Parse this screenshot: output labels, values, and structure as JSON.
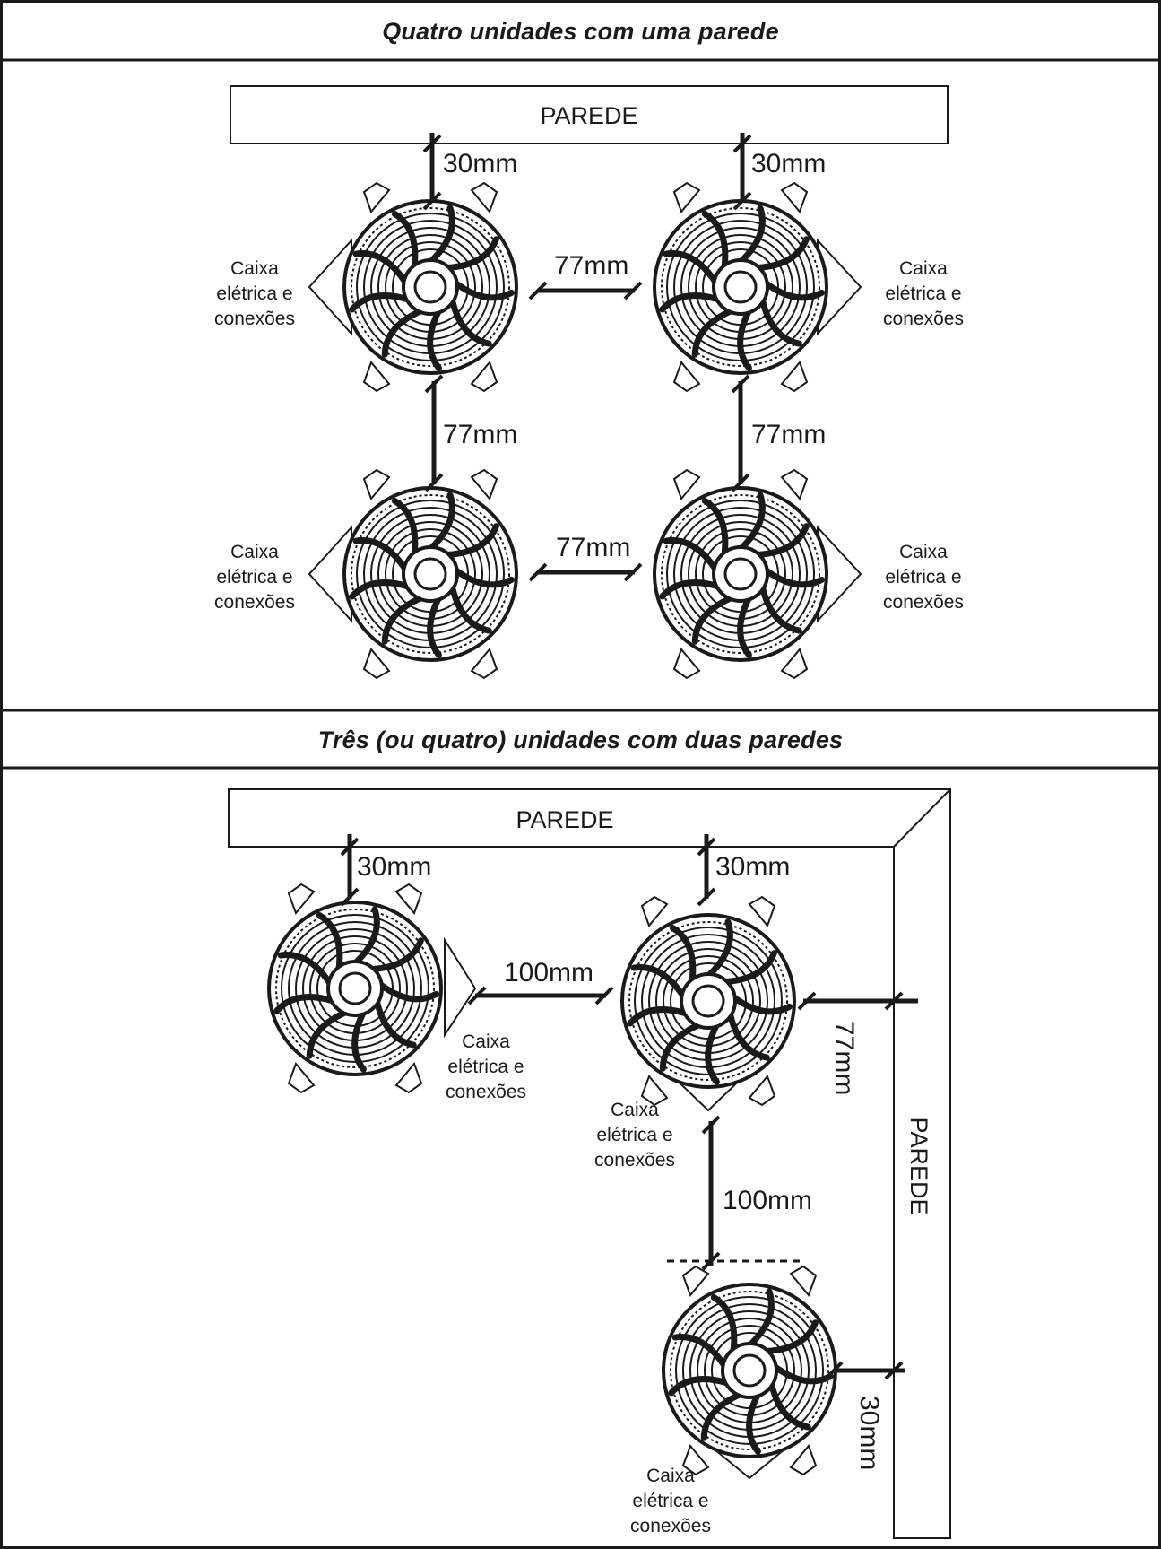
{
  "sections": [
    {
      "title": "Quatro unidades com uma parede",
      "wall_label": "PAREDE",
      "distances": {
        "wall_left": "30mm",
        "wall_right": "30mm",
        "horizontal_top": "77mm",
        "horizontal_bottom": "77mm",
        "vertical_left": "77mm",
        "vertical_right": "77mm"
      },
      "box_labels": [
        "Caixa",
        "elétrica e",
        "conexões"
      ]
    },
    {
      "title": "Três (ou quatro) unidades com duas paredes",
      "wall_label_top": "PAREDE",
      "wall_label_side": "PAREDE",
      "distances": {
        "wall_left": "30mm",
        "wall_middle": "30mm",
        "horizontal": "100mm",
        "side_wall": "77mm",
        "vertical": "100mm",
        "bottom_side_wall": "30mm"
      },
      "box_labels": [
        "Caixa",
        "elétrica e",
        "conexões"
      ]
    }
  ]
}
